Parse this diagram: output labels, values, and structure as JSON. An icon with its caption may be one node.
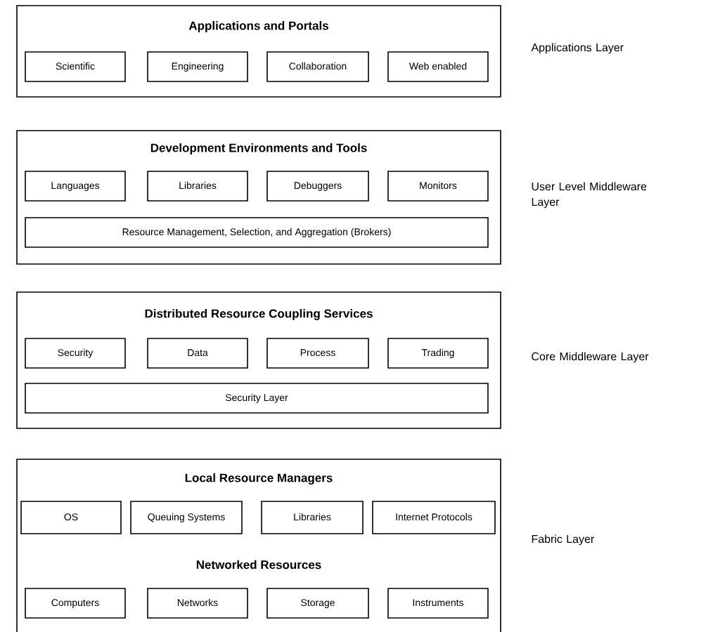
{
  "diagram": {
    "nodes": [
      {
        "text": [
          "Applications and Portals"
        ],
        "beside": [
          "Applications Layer"
        ]
      },
      {
        "text": [
          "Scientific"
        ],
        "in": 0
      },
      {
        "text": [
          "Engineering"
        ],
        "in": 0
      },
      {
        "text": [
          "Collaboration"
        ],
        "in": 0
      },
      {
        "text": [
          "Web enabled"
        ],
        "in": 0
      },
      {
        "text": [
          "Development Environments and Tools"
        ],
        "beside": [
          "User Level Middleware Layer"
        ]
      },
      {
        "text": [
          "Languages"
        ],
        "in": 5
      },
      {
        "text": [
          "Libraries"
        ],
        "in": 5
      },
      {
        "text": [
          "Debuggers"
        ],
        "in": 5
      },
      {
        "text": [
          "Monitors"
        ],
        "in": 5
      },
      {
        "text": [
          "Resource Management, Selection, and Aggregation  (Brokers)"
        ],
        "in": 5
      },
      {
        "text": [
          "Distributed Resource Coupling Services"
        ],
        "beside": [
          "Core Middleware Layer"
        ]
      },
      {
        "text": [
          "Security"
        ],
        "in": 11
      },
      {
        "text": [
          "Data"
        ],
        "in": 11
      },
      {
        "text": [
          "Process"
        ],
        "in": 11
      },
      {
        "text": [
          "Trading"
        ],
        "in": 11
      },
      {
        "text": [
          "Security Layer"
        ],
        "in": 11
      },
      {
        "text": [
          "Local Resource Managers",
          "Networked Resources"
        ],
        "beside": [
          "Fabric Layer"
        ]
      },
      {
        "text": [
          "OS"
        ],
        "in": 17
      },
      {
        "text": [
          "Queuing Systems"
        ],
        "in": 17
      },
      {
        "text": [
          "Libraries"
        ],
        "in": 17
      },
      {
        "text": [
          "Internet Protocols"
        ],
        "in": 17
      },
      {
        "text": [
          "Computers"
        ],
        "in": 17
      },
      {
        "text": [
          "Networks"
        ],
        "in": 17
      },
      {
        "text": [
          "Storage"
        ],
        "in": 17
      },
      {
        "text": [
          "Instruments"
        ],
        "in": 17
      }
    ]
  }
}
